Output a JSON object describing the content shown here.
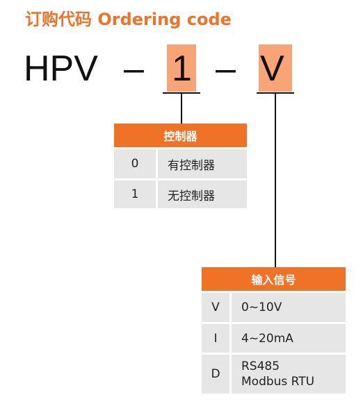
{
  "title": "订购代码 Ordering code",
  "code": {
    "prefix": "HPV",
    "dash1": "–",
    "part1": "1",
    "dash2": "–",
    "part2": "V"
  },
  "controller_table": {
    "header": "控制器",
    "rows": [
      {
        "code": "0",
        "desc": "有控制器"
      },
      {
        "code": "1",
        "desc": "无控制器"
      }
    ]
  },
  "input_table": {
    "header": "输入信号",
    "rows": [
      {
        "code": "V",
        "desc": "0~10V"
      },
      {
        "code": "I",
        "desc": "4~20mA"
      },
      {
        "code": "D",
        "desc_line1": "RS485",
        "desc_line2": "Modbus RTU"
      }
    ]
  },
  "colors": {
    "accent": "#f07227",
    "highlight": "#f9a477",
    "cell_bg": "#e6e6e6"
  }
}
